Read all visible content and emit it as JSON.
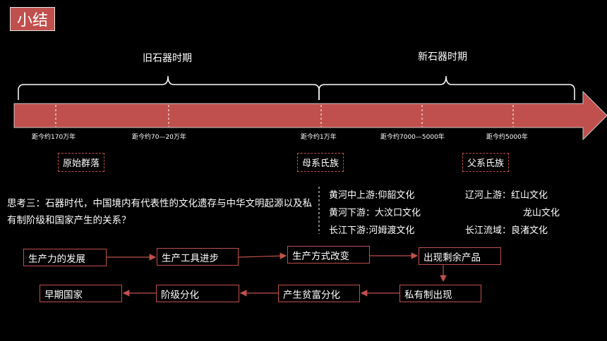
{
  "title": "小结",
  "eras": {
    "paleolithic": "旧石器时期",
    "neolithic": "新石器时期"
  },
  "ticks": [
    "距今约170万年",
    "距今约70—20万年",
    "距今约1万年",
    "距今约7000—5000年",
    "距今约5000年"
  ],
  "societies": [
    "原始群落",
    "母系氏族",
    "父系氏族"
  ],
  "question": "思考三：石器时代，中国境内有代表性的文化遗存与中华文明起源以及私有制阶级和国家产生的关系？",
  "cultures": {
    "left": [
      "黄河中上游:仰韶文化",
      "黄河下游：大汶口文化",
      "长江下游:河姆渡文化"
    ],
    "right": [
      "辽河上游：红山文化",
      "龙山文化",
      "长江流域：良渚文化"
    ]
  },
  "flow": {
    "productivity": "生产力的发展",
    "tools": "生产工具进步",
    "mode": "生产方式改变",
    "surplus": "出现剩余产品",
    "private": "私有制出现",
    "wealth": "产生贫富分化",
    "classes": "阶级分化",
    "state": "早期国家"
  },
  "colors": {
    "accent": "#c0504d",
    "background": "#000000",
    "text": "#ffffff"
  }
}
